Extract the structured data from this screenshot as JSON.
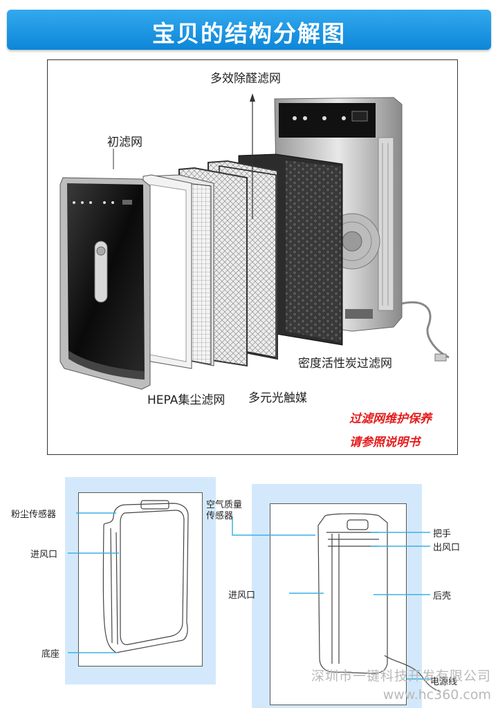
{
  "header": {
    "title": "宝贝的结构分解图"
  },
  "exploded_view": {
    "labels": {
      "formaldehyde_filter": "多效除醛滤网",
      "pre_filter": "初滤网",
      "hepa_filter": "HEPA集尘滤网",
      "photocatalyst": "多元光触媒",
      "carbon_filter": "密度活性炭过滤网"
    },
    "note_line1": "过滤网维护保养",
    "note_line2": "请参照说明书",
    "note_color": "#e51b1b"
  },
  "front_diagram": {
    "labels": {
      "dust_sensor": "粉尘传感器",
      "air_inlet": "进风口",
      "base": "底座",
      "air_quality_sensor_1": "空气质量",
      "air_quality_sensor_2": "传感器"
    }
  },
  "back_diagram": {
    "labels": {
      "handle": "把手",
      "air_outlet": "出风口",
      "air_inlet": "进风口",
      "rear_shell": "后壳",
      "power_cord": "电源线"
    }
  },
  "watermark": {
    "company": "深圳市一键科技开发有限公司",
    "site": "www.hc360.com"
  },
  "colors": {
    "banner": "#1a96e4",
    "leader_line": "#3ab0e6",
    "panel_bg": "#d3e9fb"
  }
}
